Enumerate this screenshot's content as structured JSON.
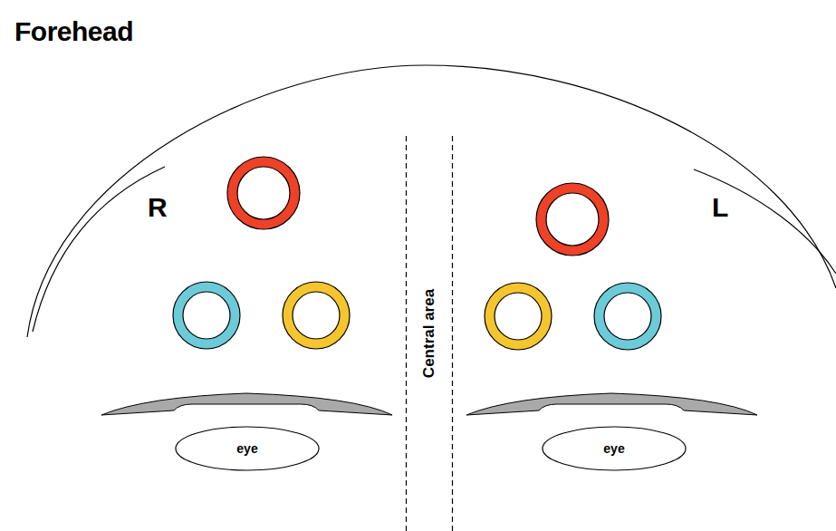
{
  "diagram": {
    "title": "Forehead",
    "nodes": [
      {
        "text": [
          "Central area"
        ]
      },
      {
        "text": [
          "eye"
        ]
      },
      {
        "text": [
          "eye"
        ]
      }
    ],
    "labels": [
      "R",
      "L"
    ]
  }
}
